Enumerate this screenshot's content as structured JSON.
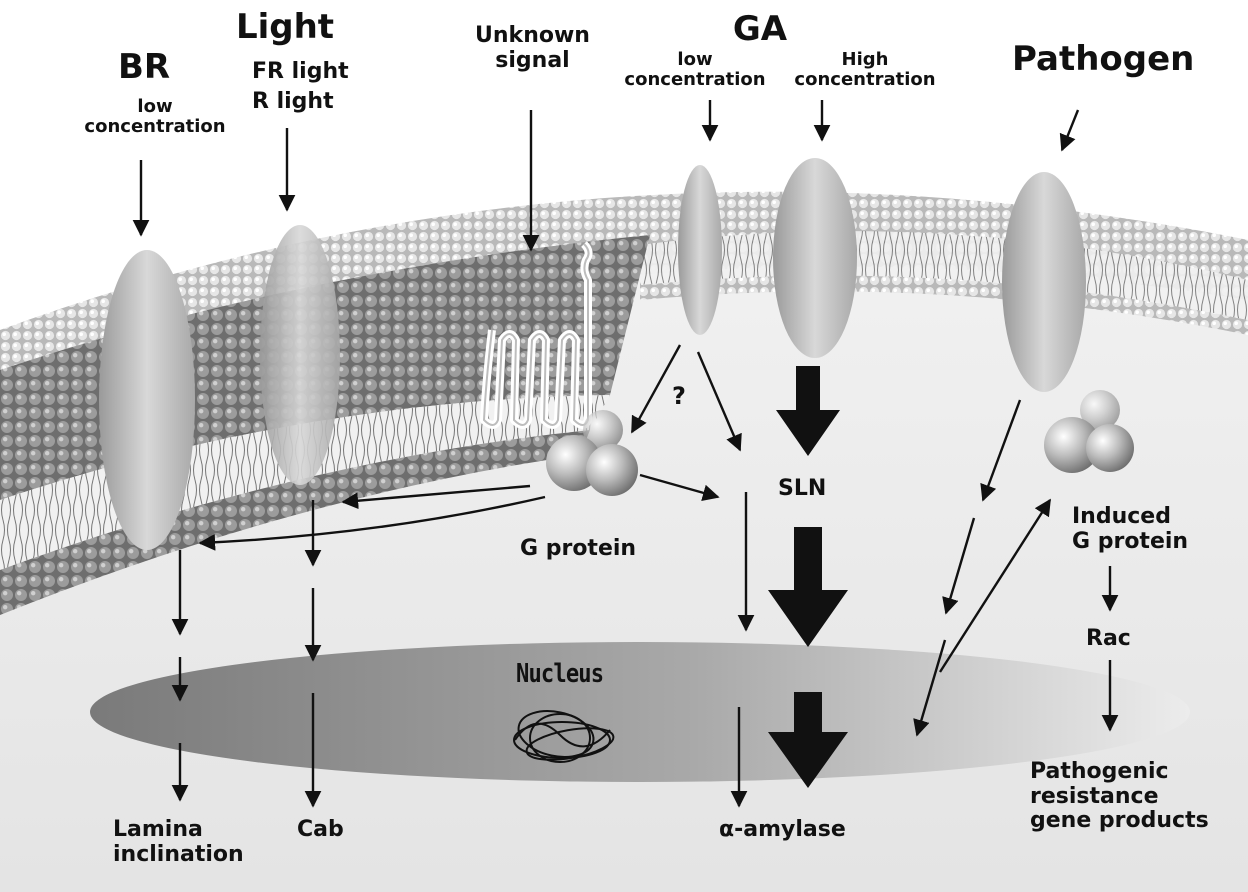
{
  "signals": {
    "br": {
      "title": "BR",
      "sub": "low\nconcentration"
    },
    "light": {
      "title": "Light",
      "line1": "FR light",
      "line2": "R light"
    },
    "unknown": {
      "title": "Unknown\nsignal"
    },
    "ga": {
      "title": "GA",
      "low": "low\nconcentration",
      "high": "High\nconcentration"
    },
    "pathogen": {
      "title": "Pathogen"
    }
  },
  "labels": {
    "question": "?",
    "g_protein": "G protein",
    "sln": "SLN",
    "induced_g_protein": "Induced\nG protein",
    "rac": "Rac",
    "nucleus": "Nucleus"
  },
  "outputs": {
    "lamina": "Lamina\ninclination",
    "cab": "Cab",
    "amylase": "α-amylase",
    "pathogenic": "Pathogenic\nresistance\ngene products"
  },
  "colors": {
    "membrane_bead": "#cfcfcf",
    "inner_bead": "#8a8a8a",
    "cytoplasm": "#e9e9e9",
    "nucleus": "#9a9a9a",
    "arrow": "#111111"
  }
}
